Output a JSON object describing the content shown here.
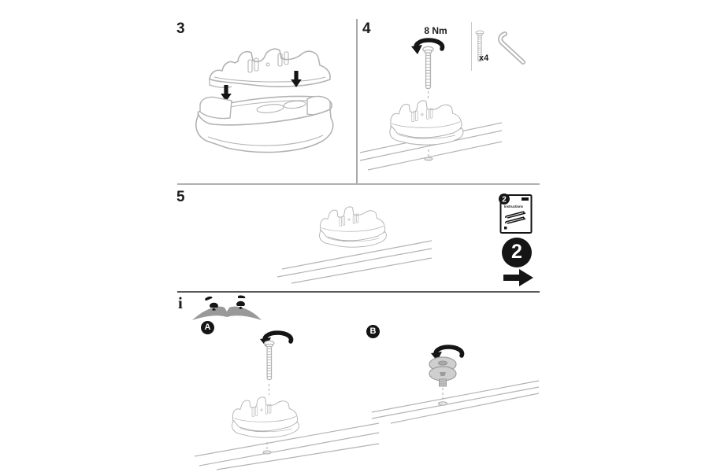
{
  "document": {
    "type": "assembly-instructions",
    "background": "#ffffff"
  },
  "colors": {
    "line_art": "#b3b3b3",
    "ink": "#1c1c1c",
    "divider_light": "#b0b0b0",
    "divider_dark": "#5a5a5a",
    "roof_fill": "#999999",
    "disc_fill": "#cfcfcf"
  },
  "steps": {
    "three": {
      "number": "3"
    },
    "four": {
      "number": "4",
      "torque": "8 Nm",
      "screw_qty": "x4"
    },
    "five": {
      "number": "5"
    }
  },
  "manual_ref": {
    "badge": "2",
    "title": "Instructions",
    "step_circle": "2"
  },
  "info_note": {
    "glyph": "i"
  },
  "sub_panels": {
    "a": "A",
    "b": "B"
  }
}
